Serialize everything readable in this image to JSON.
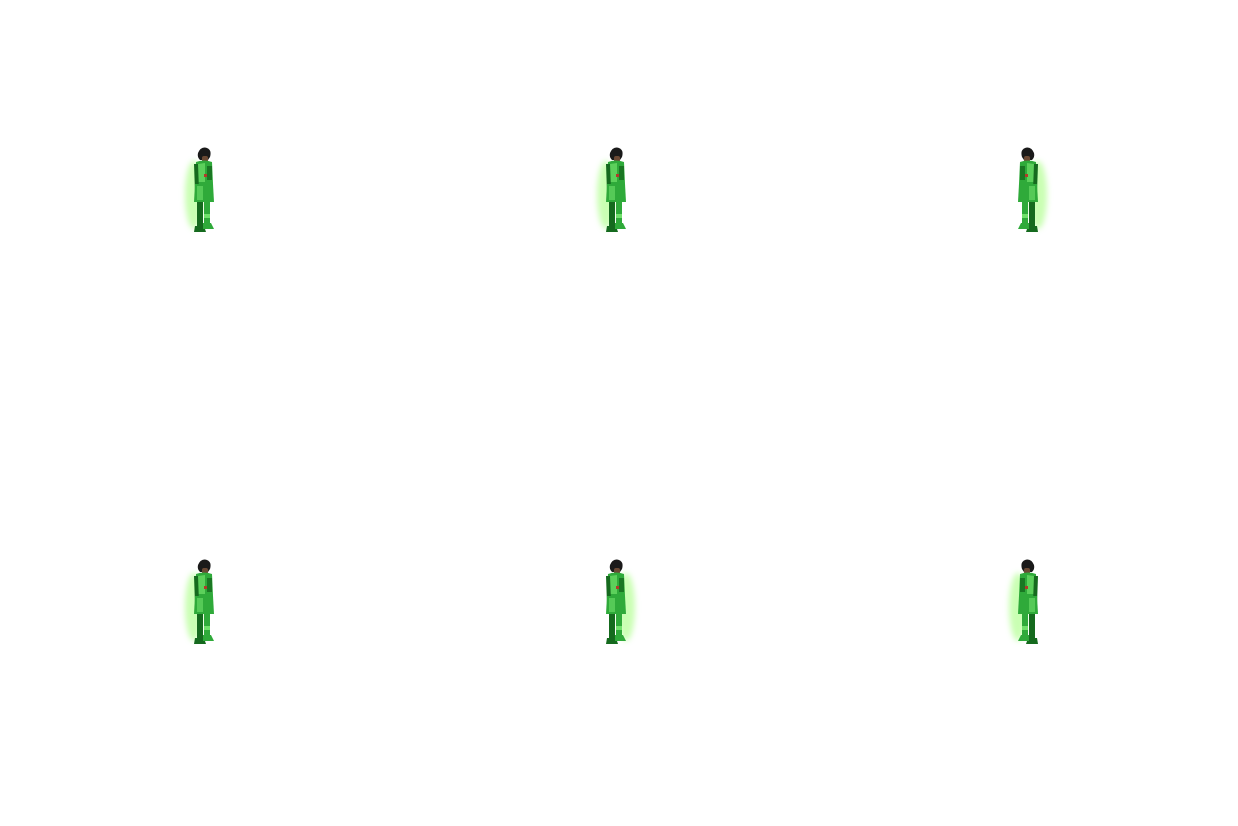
{
  "sprite_sheet": {
    "background_color": "#ffffff",
    "colors": {
      "armor": "#2faa3a",
      "armor_light": "#6fe06a",
      "armor_dark": "#156a1e",
      "glow": "#b8ff9a",
      "hair": "#1a1a1a",
      "skin": "#6b4a35",
      "accent": "#b23a2a"
    },
    "frames": [
      {
        "facing": "right",
        "glow_side": "left"
      },
      {
        "facing": "right",
        "glow_side": "left"
      },
      {
        "facing": "left",
        "glow_side": "right"
      },
      {
        "facing": "right",
        "glow_side": "left"
      },
      {
        "facing": "right",
        "glow_side": "right"
      },
      {
        "facing": "left",
        "glow_side": "left"
      }
    ]
  }
}
